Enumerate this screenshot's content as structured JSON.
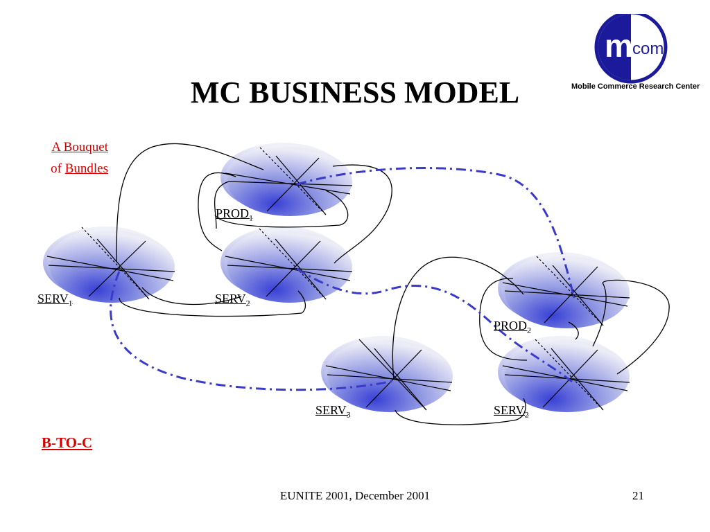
{
  "slide": {
    "title": "MC BUSINESS MODEL",
    "footer": "EUNITE 2001, December 2001",
    "page_number": "21"
  },
  "logo": {
    "letter": "m",
    "suffix": "com",
    "caption": "Mobile Commerce Research Center"
  },
  "side_labels": {
    "bouquet_line1": "A Bouquet",
    "bouquet_of": "of",
    "bouquet_bundles": "Bundles",
    "b_to_c": "B-TO-C"
  },
  "nodes": [
    {
      "id": "prod1",
      "name": "PROD",
      "sub": "1"
    },
    {
      "id": "serv1",
      "name": "SERV",
      "sub": "1"
    },
    {
      "id": "serv2a",
      "name": "SERV",
      "sub": "2"
    },
    {
      "id": "prod2",
      "name": "PROD",
      "sub": "2"
    },
    {
      "id": "serv3",
      "name": "SERV",
      "sub": "3"
    },
    {
      "id": "serv2b",
      "name": "SERV",
      "sub": "2"
    }
  ],
  "colors": {
    "accent_red": "#d40000",
    "dash_blue": "#3a3ac8",
    "node_blue": "#4a55d8",
    "logo_blue": "#1a1a9a"
  }
}
